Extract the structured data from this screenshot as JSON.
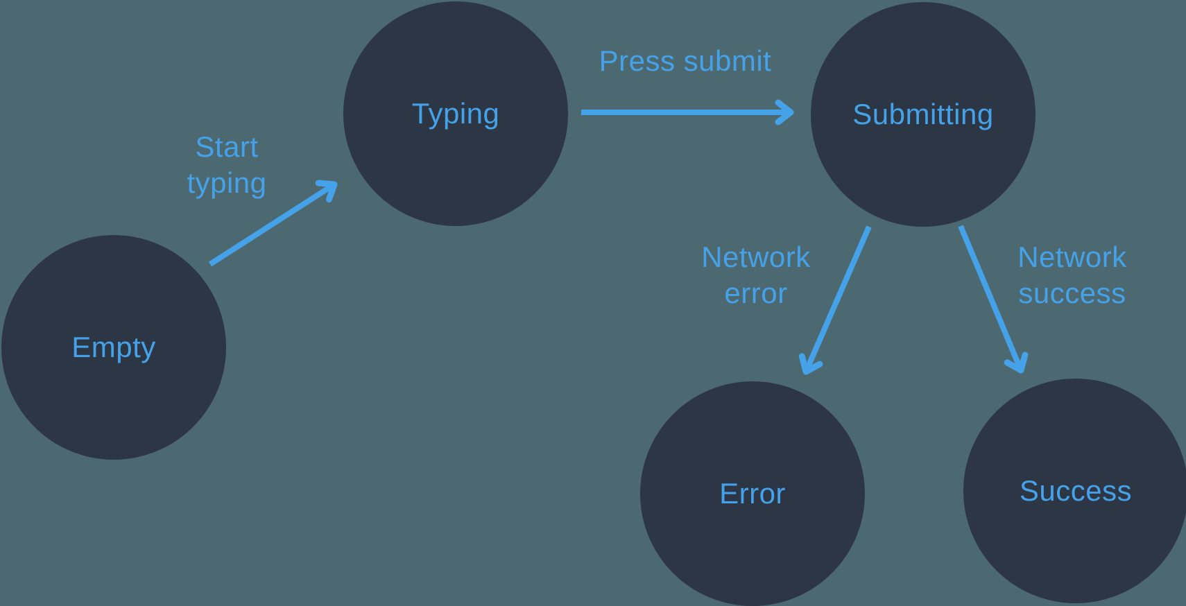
{
  "diagram": {
    "colors": {
      "background": "#4c6971",
      "node_fill": "#2c3645",
      "accent": "#46a2e8"
    },
    "nodes": [
      {
        "id": "empty",
        "label": "Empty"
      },
      {
        "id": "typing",
        "label": "Typing"
      },
      {
        "id": "submitting",
        "label": "Submitting"
      },
      {
        "id": "error",
        "label": "Error"
      },
      {
        "id": "success",
        "label": "Success"
      }
    ],
    "edges": [
      {
        "from": "empty",
        "to": "typing",
        "label": "Start\ntyping"
      },
      {
        "from": "typing",
        "to": "submitting",
        "label": "Press submit"
      },
      {
        "from": "submitting",
        "to": "error",
        "label": "Network\nerror"
      },
      {
        "from": "submitting",
        "to": "success",
        "label": "Network\nsuccess"
      }
    ]
  }
}
